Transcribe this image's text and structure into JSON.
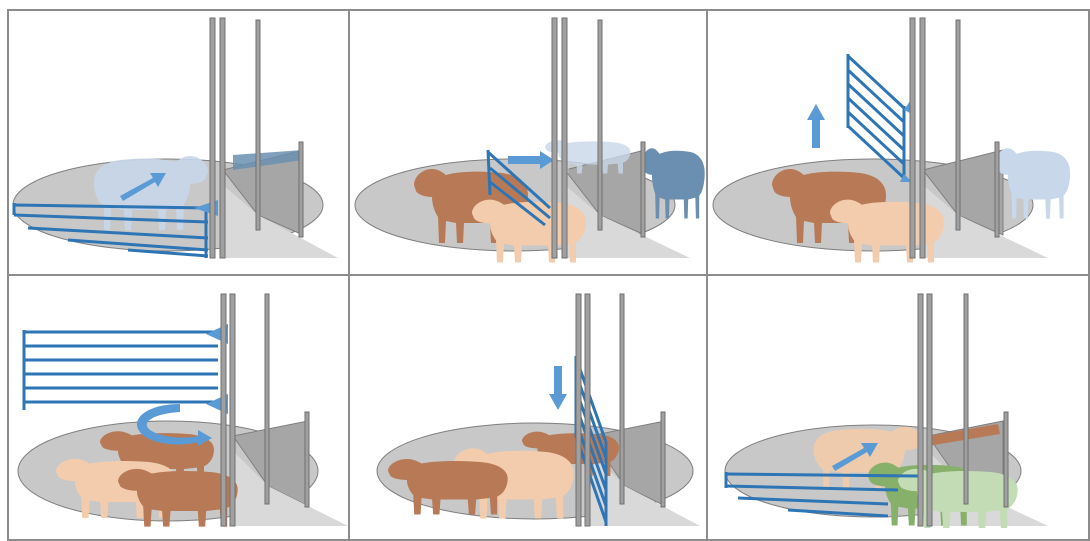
{
  "grid": {
    "rows": 2,
    "cols": 3
  },
  "colors": {
    "frame": "#8c8c8c",
    "floor": "#c8c8c8",
    "floor_edge": "#7f7f7f",
    "wall": "#a6a6a6",
    "wall_dark": "#8f8f8f",
    "ramp": "#d9d9d9",
    "pole": "#a0a0a0",
    "pole_edge": "#6f6f6f",
    "gate": "#2e75b6",
    "arrow": "#5b9bd5",
    "sheep_brown": "#b87a56",
    "sheep_beige": "#f2ccad",
    "sheep_blue": "#6b8fb0",
    "sheep_ghost": "#c9d7ea",
    "sheep_green": "#87b06a",
    "sheep_lightgreen": "#c3dcb6"
  },
  "panels": [
    {
      "step": 1,
      "gate": "swing-open",
      "sheep": [
        "ghost",
        "blue-behind"
      ]
    },
    {
      "step": 2,
      "gate": "swung-closed",
      "sheep": [
        "brown",
        "beige",
        "ghost",
        "blue"
      ]
    },
    {
      "step": 3,
      "gate": "raised",
      "sheep": [
        "brown",
        "beige",
        "ghost-right"
      ]
    },
    {
      "step": 4,
      "gate": "overhead",
      "sheep": [
        "brown",
        "brown",
        "beige",
        "brown"
      ]
    },
    {
      "step": 5,
      "gate": "lowered",
      "sheep": [
        "brown",
        "beige",
        "brown"
      ]
    },
    {
      "step": 6,
      "gate": "swing-open",
      "sheep": [
        "beige",
        "brown",
        "green",
        "lightgreen"
      ]
    }
  ]
}
